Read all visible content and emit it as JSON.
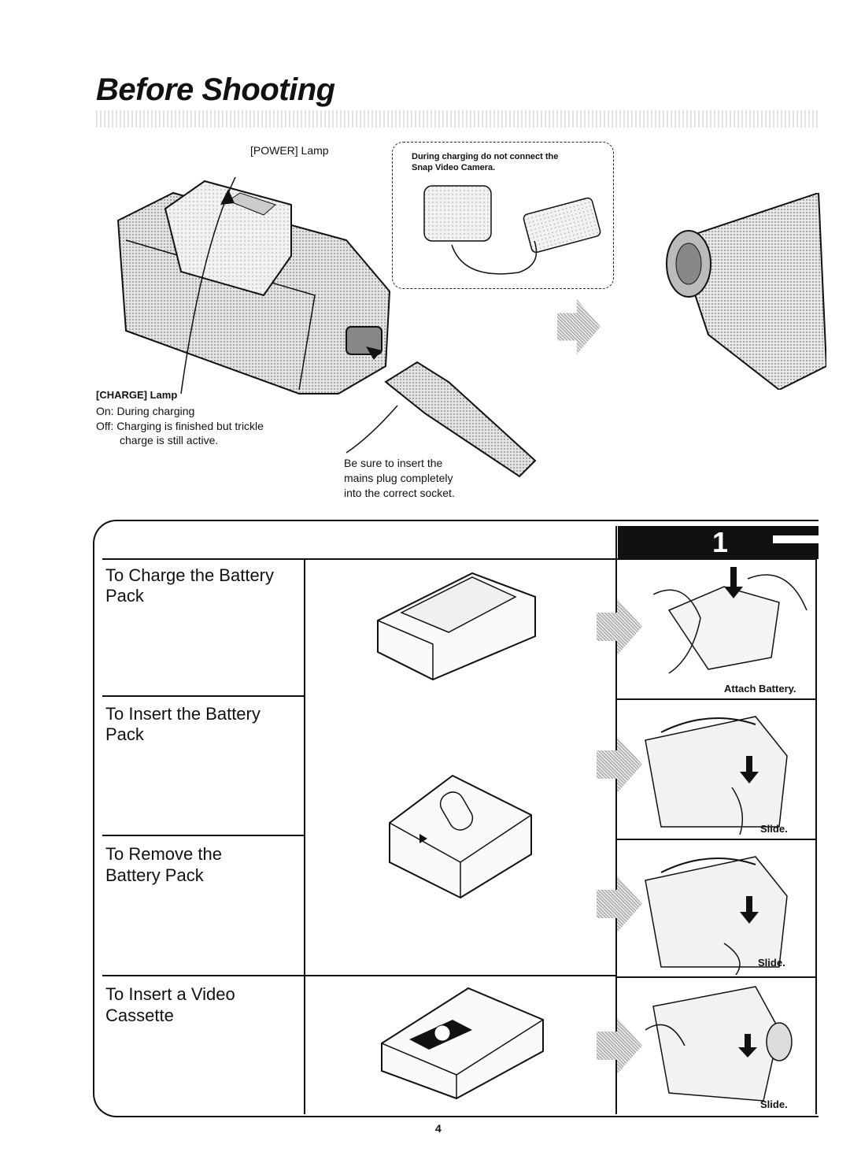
{
  "header": {
    "title": "Before Shooting"
  },
  "charger_diagram": {
    "power_lamp_label": "[POWER] Lamp",
    "charge_lamp": {
      "label": "[CHARGE] Lamp",
      "on_line": "On:  During charging",
      "off_line": "Off:  Charging is finished but trickle",
      "off_line_2": "charge is still active."
    },
    "plug_note": {
      "line1": "Be sure to insert the",
      "line2": "mains plug completely",
      "line3": "into the correct socket."
    },
    "warning": {
      "line1": "During charging do not connect the",
      "line2": "Snap Video Camera."
    }
  },
  "steps": {
    "step_number": "1",
    "rows": [
      {
        "heading_1": "To Charge the Battery",
        "heading_2": "Pack",
        "caption": "Attach Battery."
      },
      {
        "heading_1": "To Insert the Battery",
        "heading_2": "Pack",
        "caption": "Slide."
      },
      {
        "heading_1": "To Remove the",
        "heading_2": "Battery Pack",
        "caption": "Slide."
      },
      {
        "heading_1": "To Insert a Video",
        "heading_2": "Cassette",
        "caption": "Slide."
      }
    ]
  },
  "footer": {
    "page_number": "4"
  }
}
